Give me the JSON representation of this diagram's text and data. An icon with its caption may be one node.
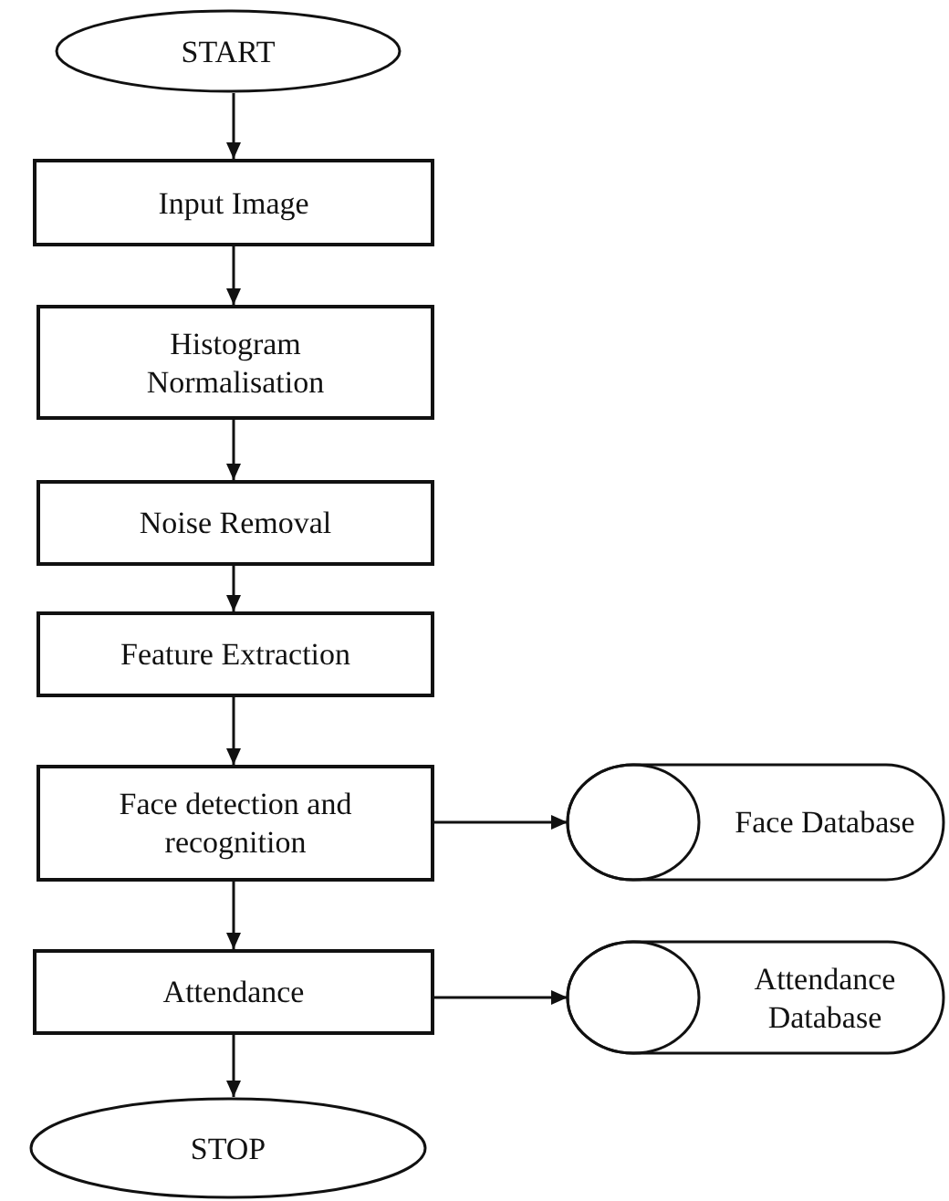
{
  "diagram": {
    "nodes": [
      {
        "text": [
          "START"
        ]
      },
      {
        "text": [
          "Input Image"
        ]
      },
      {
        "text": [
          "Histogram Normalisation"
        ]
      },
      {
        "text": [
          "Noise Removal"
        ]
      },
      {
        "text": [
          "Feature Extraction"
        ]
      },
      {
        "text": [
          "Face detection and recognition"
        ]
      },
      {
        "text": [
          "Face Database"
        ]
      },
      {
        "text": [
          "Attendance"
        ]
      },
      {
        "text": [
          "Attendance Database"
        ]
      },
      {
        "text": [
          "STOP"
        ]
      }
    ],
    "edges": [
      {
        "from": 0,
        "to": 1,
        "arrow": "to"
      },
      {
        "from": 1,
        "to": 2,
        "arrow": "to"
      },
      {
        "from": 2,
        "to": 3,
        "arrow": "to"
      },
      {
        "from": 3,
        "to": 4,
        "arrow": "to"
      },
      {
        "from": 4,
        "to": 5,
        "arrow": "to"
      },
      {
        "from": 5,
        "to": 6,
        "arrow": "to"
      },
      {
        "from": 5,
        "to": 7,
        "arrow": "to"
      },
      {
        "from": 7,
        "to": 8,
        "arrow": "to"
      },
      {
        "from": 7,
        "to": 9,
        "arrow": "to"
      }
    ]
  }
}
